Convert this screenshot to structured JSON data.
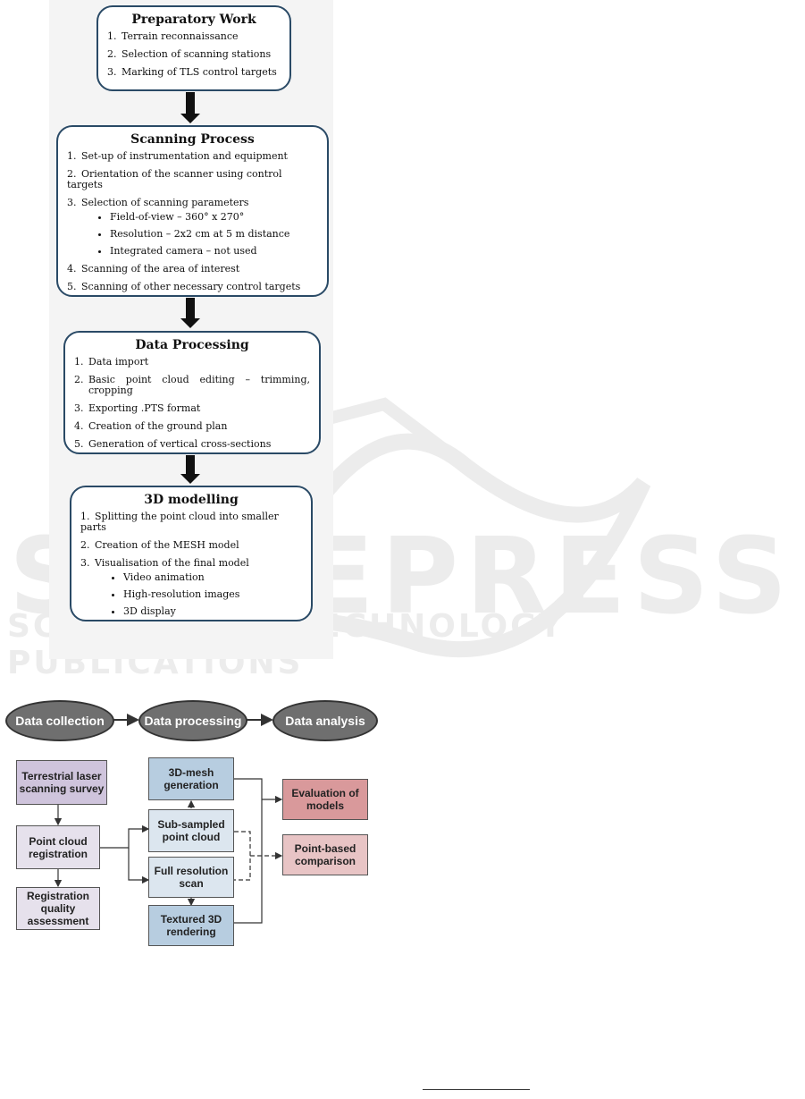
{
  "top_flowchart": {
    "preparatory": {
      "title": "Preparatory Work",
      "items": [
        "Terrain reconnaissance",
        "Selection of scanning stations",
        "Marking of TLS control targets"
      ]
    },
    "scanning": {
      "title": "Scanning Process",
      "items": [
        "Set-up of instrumentation and equipment",
        "Orientation of the scanner using control targets",
        "Selection of scanning parameters",
        "Scanning of the area of interest",
        "Scanning of other necessary control targets"
      ],
      "sub_items": [
        "Field-of-view – 360° x 270°",
        "Resolution – 2x2 cm at 5 m distance",
        "Integrated camera – not used"
      ]
    },
    "processing": {
      "title": "Data Processing",
      "items": [
        "Data import",
        "Basic point cloud editing – trimming, cropping",
        "Exporting .PTS format",
        "Creation of the ground plan",
        "Generation of vertical cross-sections"
      ]
    },
    "modelling": {
      "title": "3D modelling",
      "items": [
        "Splitting the point cloud into smaller parts",
        "Creation of the MESH model",
        "Visualisation of the final model"
      ],
      "sub_items": [
        "Video animation",
        "High-resolution images",
        "3D display"
      ]
    },
    "numbers": [
      "1.",
      "2.",
      "3.",
      "4.",
      "5."
    ]
  },
  "watermark": {
    "main": "SCITEPRESS",
    "sub": "SCIENCE AND TECHNOLOGY PUBLICATIONS"
  },
  "bottom_diagram": {
    "stages": [
      "Data collection",
      "Data processing",
      "Data analysis"
    ],
    "boxes": {
      "tls_survey": "Terrestrial laser scanning survey",
      "registration": "Point cloud registration",
      "quality": "Registration quality assessment",
      "mesh": "3D-mesh generation",
      "subsampled": "Sub-sampled point cloud",
      "full_scan": "Full resolution scan",
      "textured": "Textured 3D rendering",
      "evaluation": "Evaluation of models",
      "comparison": "Point-based comparison"
    }
  },
  "colors": {
    "box_border": "#2a4a66",
    "oval_fill": "#6f6f6f",
    "purple": "#cfc4dc",
    "blue": "#b7cde0",
    "red": "#d9999b"
  }
}
